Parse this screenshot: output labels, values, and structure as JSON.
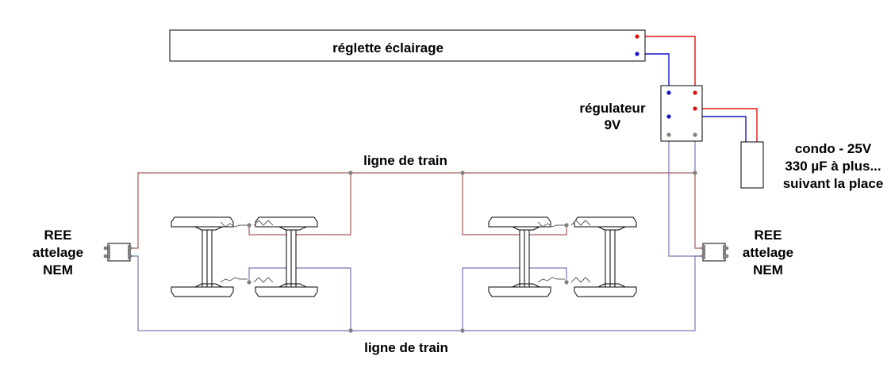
{
  "labels": {
    "lighting_strip": "réglette éclairage",
    "regulator_line1": "régulateur",
    "regulator_line2": "9V",
    "capacitor_line1": "condo - 25V",
    "capacitor_line2": "330 µF à plus...",
    "capacitor_line3": "suivant la place",
    "coupler_left_line1": "REE",
    "coupler_left_line2": "attelage",
    "coupler_left_line3": "NEM",
    "coupler_right_line1": "REE",
    "coupler_right_line2": "attelage",
    "coupler_right_line3": "NEM",
    "train_line_top": "ligne de train",
    "train_line_bottom": "ligne de train"
  },
  "colors": {
    "positive_wire": "#e01010",
    "negative_wire": "#1414c8",
    "train_line_top": "#a35a5a",
    "train_line_bottom": "#7a74b0",
    "node": "#808080",
    "outline": "#000000"
  }
}
